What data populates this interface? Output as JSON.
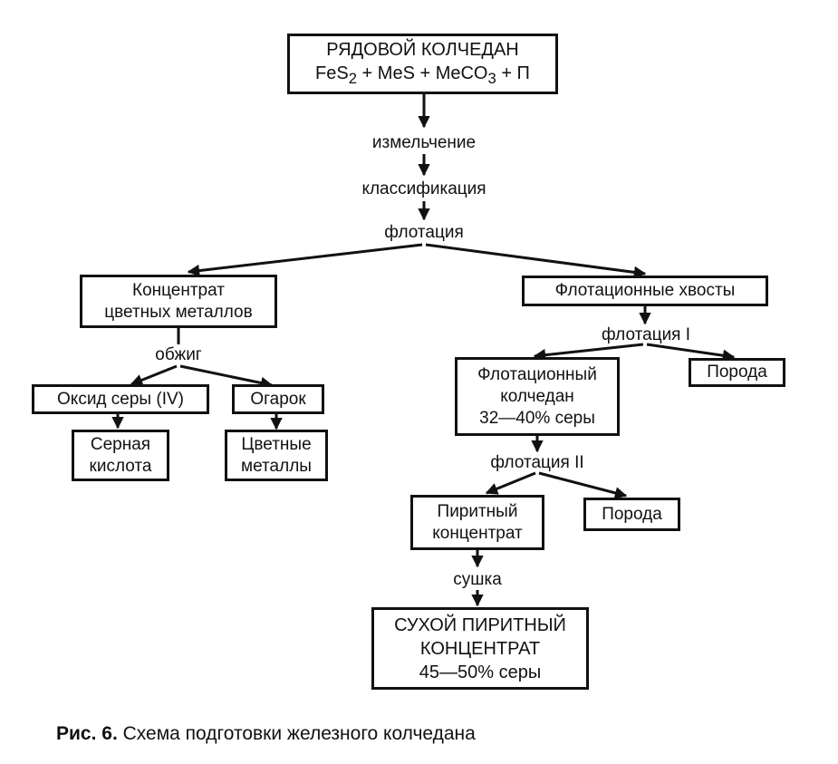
{
  "nodes": {
    "raw_pyrite": {
      "line1": "РЯДОВОЙ КОЛЧЕДАН",
      "formula": {
        "fes": "FeS",
        "fes_sub": "2",
        "mid": " + MeS + MeCO",
        "meco_sub": "3",
        "end": " + П"
      }
    },
    "concentrate_nonferrous": {
      "line1": "Концентрат",
      "line2": "цветных металлов"
    },
    "flotation_tails": {
      "line1": "Флотационные хвосты"
    },
    "sulfur_oxide": {
      "line1": "Оксид серы (IV)"
    },
    "cinder": {
      "line1": "Огарок"
    },
    "sulfuric_acid": {
      "line1": "Серная",
      "line2": "кислота"
    },
    "nonferrous_metals": {
      "line1": "Цветные",
      "line2": "металлы"
    },
    "flotation_pyrite": {
      "line1": "Флотационный",
      "line2": "колчедан",
      "line3": "32—40% серы"
    },
    "rock_1": {
      "line1": "Порода"
    },
    "pyrite_concentrate": {
      "line1": "Пиритный",
      "line2": "концентрат"
    },
    "rock_2": {
      "line1": "Порода"
    },
    "dry_pyrite": {
      "line1": "СУХОЙ ПИРИТНЫЙ",
      "line2": "КОНЦЕНТРАТ",
      "line3": "45—50% серы"
    }
  },
  "steps": {
    "grinding": "измельчение",
    "classification": "классификация",
    "flotation": "флотация",
    "roasting": "обжиг",
    "flotation_1": "флотация I",
    "flotation_2": "флотация II",
    "drying": "сушка"
  },
  "caption": {
    "prefix": "Рис. 6.",
    "text": "Схема подготовки железного колчедана"
  }
}
